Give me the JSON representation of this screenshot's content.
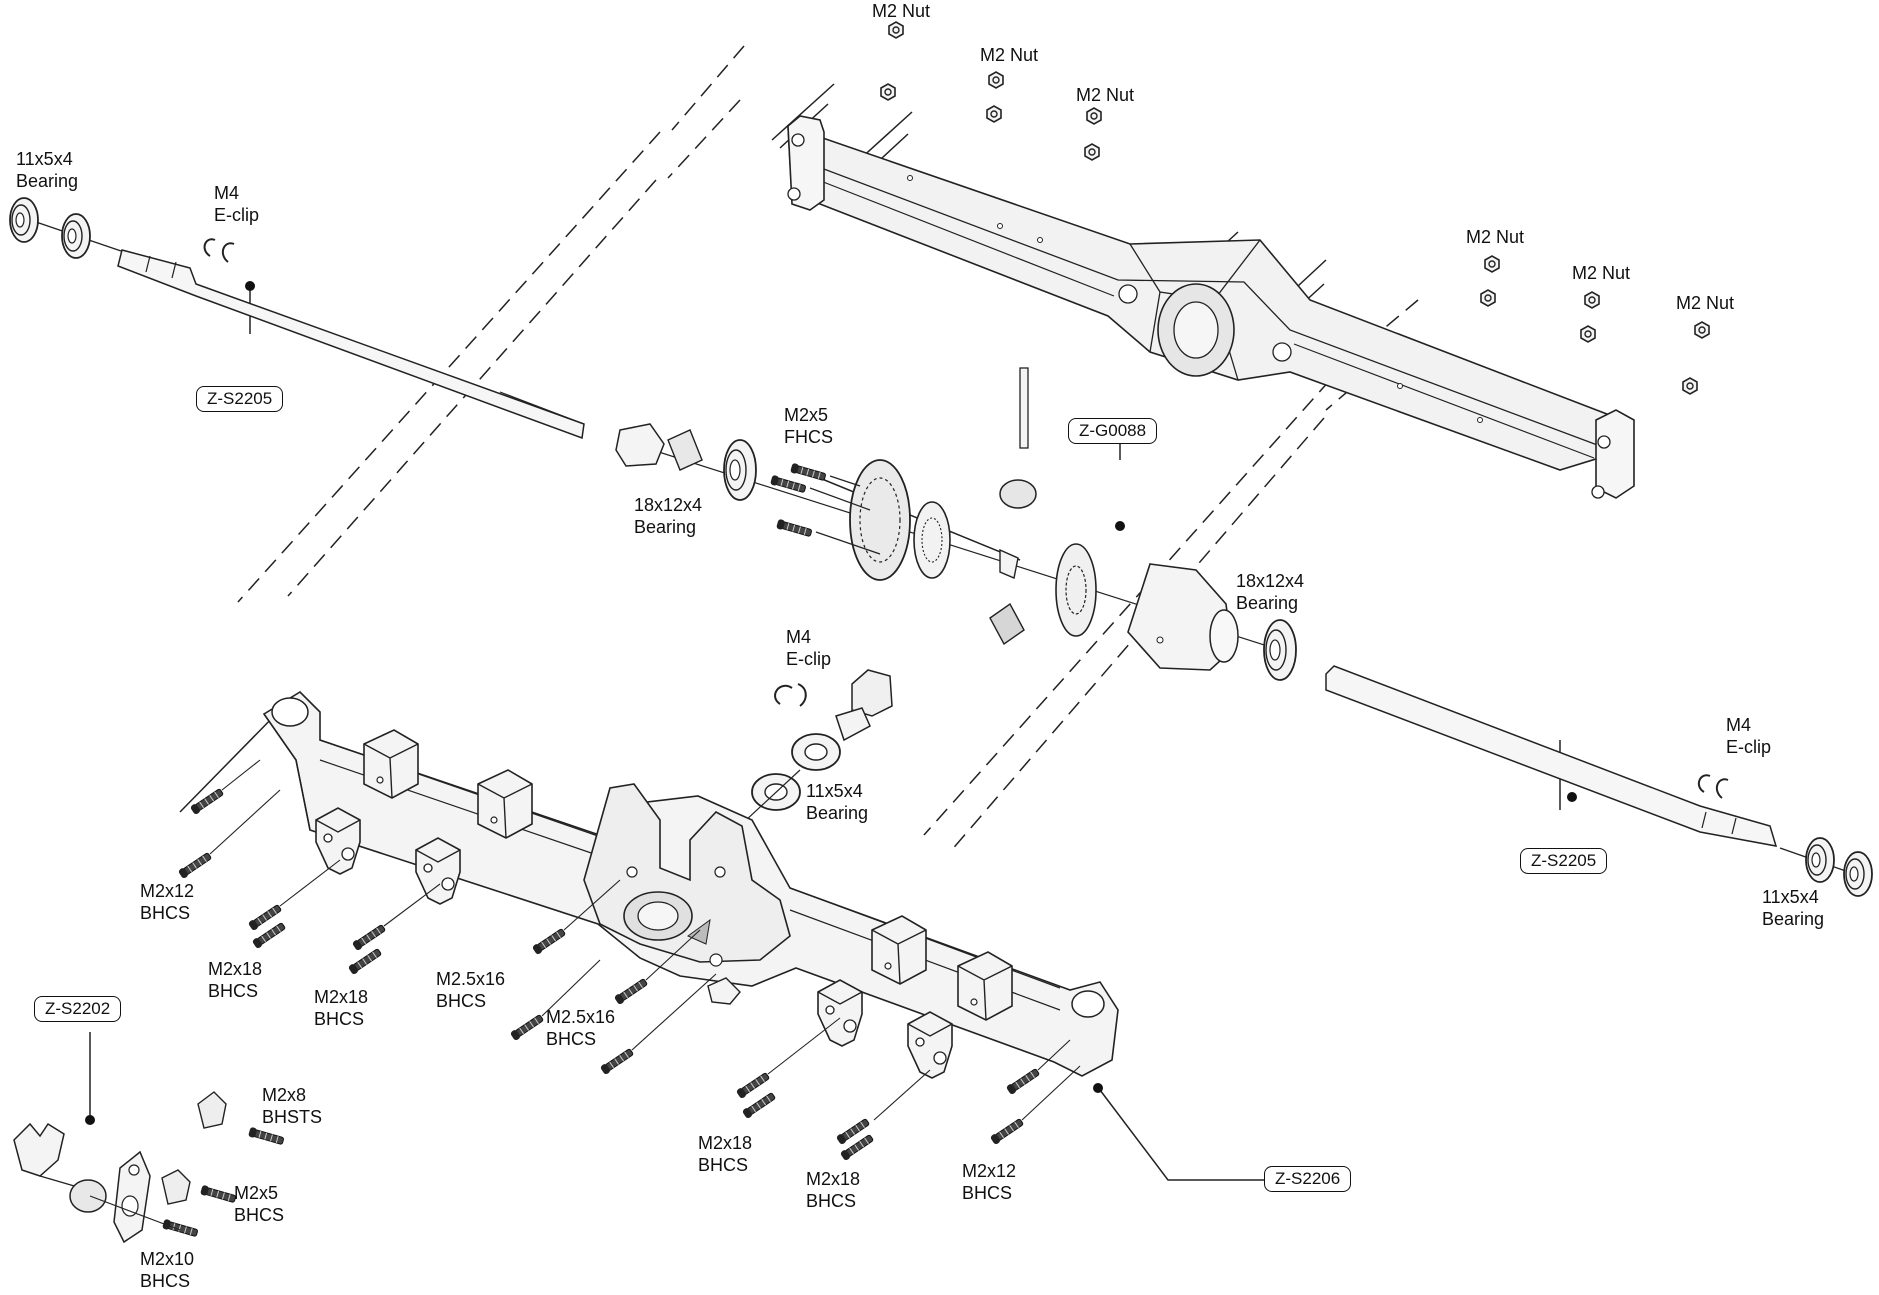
{
  "colors": {
    "line": "#111111",
    "part_fill": "#f4f4f4",
    "part_stroke": "#222222",
    "shade": "#d9d9d9"
  },
  "labels": [
    {
      "id": "m2nut_1",
      "lines": [
        "M2 Nut"
      ]
    },
    {
      "id": "m2nut_2",
      "lines": [
        "M2 Nut"
      ]
    },
    {
      "id": "m2nut_3",
      "lines": [
        "M2 Nut"
      ]
    },
    {
      "id": "m2nut_4",
      "lines": [
        "M2 Nut"
      ]
    },
    {
      "id": "m2nut_5",
      "lines": [
        "M2 Nut"
      ]
    },
    {
      "id": "m2nut_6",
      "lines": [
        "M2 Nut"
      ]
    },
    {
      "id": "bearing_11x5x4_left",
      "lines": [
        "11x5x4",
        "Bearing"
      ]
    },
    {
      "id": "eclip_m4_left",
      "lines": [
        "M4",
        "E-clip"
      ]
    },
    {
      "id": "m2x5_fhcs",
      "lines": [
        "M2x5",
        "FHCS"
      ]
    },
    {
      "id": "bearing_18x12x4_left",
      "lines": [
        "18x12x4",
        "Bearing"
      ]
    },
    {
      "id": "bearing_18x12x4_right",
      "lines": [
        "18x12x4",
        "Bearing"
      ]
    },
    {
      "id": "eclip_m4_center",
      "lines": [
        "M4",
        "E-clip"
      ]
    },
    {
      "id": "bearing_11x5x4_center",
      "lines": [
        "11x5x4",
        "Bearing"
      ]
    },
    {
      "id": "eclip_m4_right",
      "lines": [
        "M4",
        "E-clip"
      ]
    },
    {
      "id": "bearing_11x5x4_right",
      "lines": [
        "11x5x4",
        "Bearing"
      ]
    },
    {
      "id": "m2x12_bhcs_left",
      "lines": [
        "M2x12",
        "BHCS"
      ]
    },
    {
      "id": "m2x18_bhcs_1",
      "lines": [
        "M2x18",
        "BHCS"
      ]
    },
    {
      "id": "m2x18_bhcs_2",
      "lines": [
        "M2x18",
        "BHCS"
      ]
    },
    {
      "id": "m25x16_bhcs_1",
      "lines": [
        "M2.5x16",
        "BHCS"
      ]
    },
    {
      "id": "m25x16_bhcs_2",
      "lines": [
        "M2.5x16",
        "BHCS"
      ]
    },
    {
      "id": "m2x18_bhcs_3",
      "lines": [
        "M2x18",
        "BHCS"
      ]
    },
    {
      "id": "m2x18_bhcs_4",
      "lines": [
        "M2x18",
        "BHCS"
      ]
    },
    {
      "id": "m2x12_bhcs_right",
      "lines": [
        "M2x12",
        "BHCS"
      ]
    },
    {
      "id": "m2x8_bhsts",
      "lines": [
        "M2x8",
        "BHSTS"
      ]
    },
    {
      "id": "m2x5_bhcs",
      "lines": [
        "M2x5",
        "BHCS"
      ]
    },
    {
      "id": "m2x10_bhcs",
      "lines": [
        "M2x10",
        "BHCS"
      ]
    }
  ],
  "part_tags": [
    {
      "id": "z_s2205_left",
      "text": "Z-S2205"
    },
    {
      "id": "z_g0088",
      "text": "Z-G0088"
    },
    {
      "id": "z_s2205_right",
      "text": "Z-S2205"
    },
    {
      "id": "z_s2202",
      "text": "Z-S2202"
    },
    {
      "id": "z_s2206",
      "text": "Z-S2206"
    }
  ]
}
